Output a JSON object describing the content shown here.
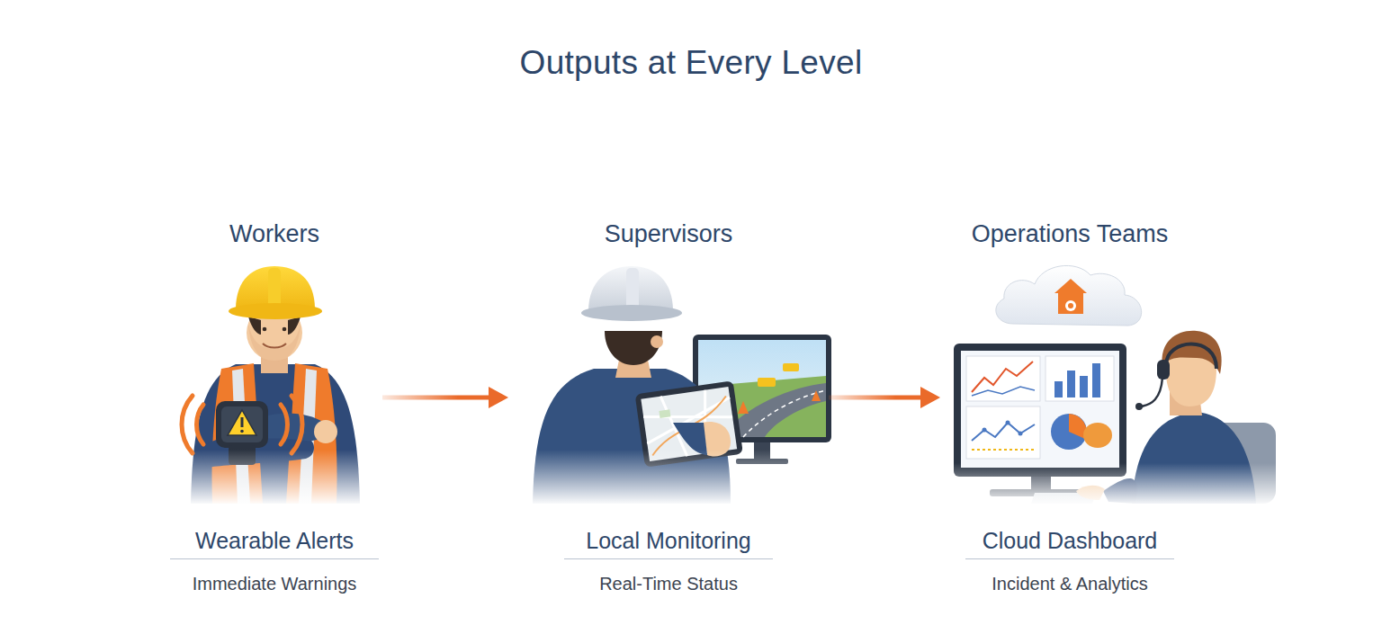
{
  "diagram": {
    "title": "Outputs at Every Level",
    "nodes": [
      {
        "text": [
          "Workers",
          "Wearable Alerts",
          "Immediate Warnings"
        ]
      },
      {
        "text": [
          "Supervisors",
          "Local Monitoring",
          "Real-Time Status"
        ]
      },
      {
        "text": [
          "Operations Teams",
          "Cloud Dashboard",
          "Incident & Analytics"
        ]
      }
    ],
    "edges": [
      {
        "from": 0,
        "to": 1,
        "arrow": "to"
      },
      {
        "from": 1,
        "to": 2,
        "arrow": "to"
      }
    ]
  }
}
